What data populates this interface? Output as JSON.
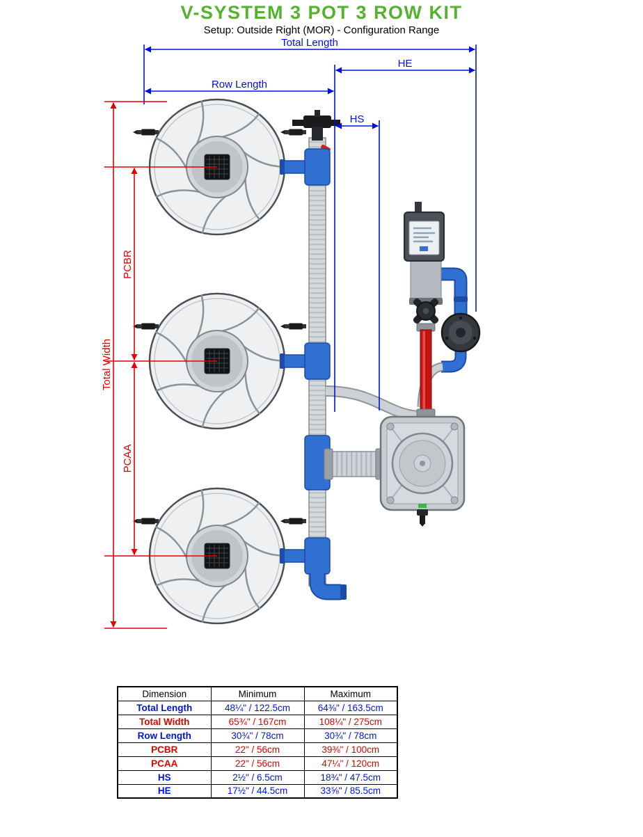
{
  "title": "V-SYSTEM 3 POT 3 ROW KIT",
  "subtitle": "Setup: Outside Right (MOR) - Configuration Range",
  "diagram": {
    "labels": {
      "total_length": "Total Length",
      "he": "HE",
      "row_length": "Row Length",
      "hs": "HS",
      "total_width": "Total Width",
      "pcbr": "PCBR",
      "pcaa": "PCAA"
    },
    "colors": {
      "title_green": "#55b22e",
      "dimension_blue": "#0010dc",
      "dimension_red": "#e60000",
      "pipe_blue": "#2f70d2",
      "pipe_red": "#c31313"
    }
  },
  "table": {
    "headers": [
      "Dimension",
      "Minimum",
      "Maximum"
    ],
    "rows": [
      {
        "dimension": "Total Length",
        "min": "48¼\" / 122.5cm",
        "max": "64⅜\" / 163.5cm",
        "color": "blue"
      },
      {
        "dimension": "Total Width",
        "min": "65¾\" / 167cm",
        "max": "108¼\" / 275cm",
        "color": "red"
      },
      {
        "dimension": "Row Length",
        "min": "30¾\" / 78cm",
        "max": "30¾\" / 78cm",
        "color": "blue"
      },
      {
        "dimension": "PCBR",
        "min": "22\" / 56cm",
        "max": "39⅜\" / 100cm",
        "color": "red"
      },
      {
        "dimension": "PCAA",
        "min": "22\" / 56cm",
        "max": "47¼\" / 120cm",
        "color": "red"
      },
      {
        "dimension": "HS",
        "min": "2½\" / 6.5cm",
        "max": "18¾\" / 47.5cm",
        "color": "blue"
      },
      {
        "dimension": "HE",
        "min": "17½\" / 44.5cm",
        "max": "33⅝\" / 85.5cm",
        "color": "blue"
      }
    ]
  }
}
